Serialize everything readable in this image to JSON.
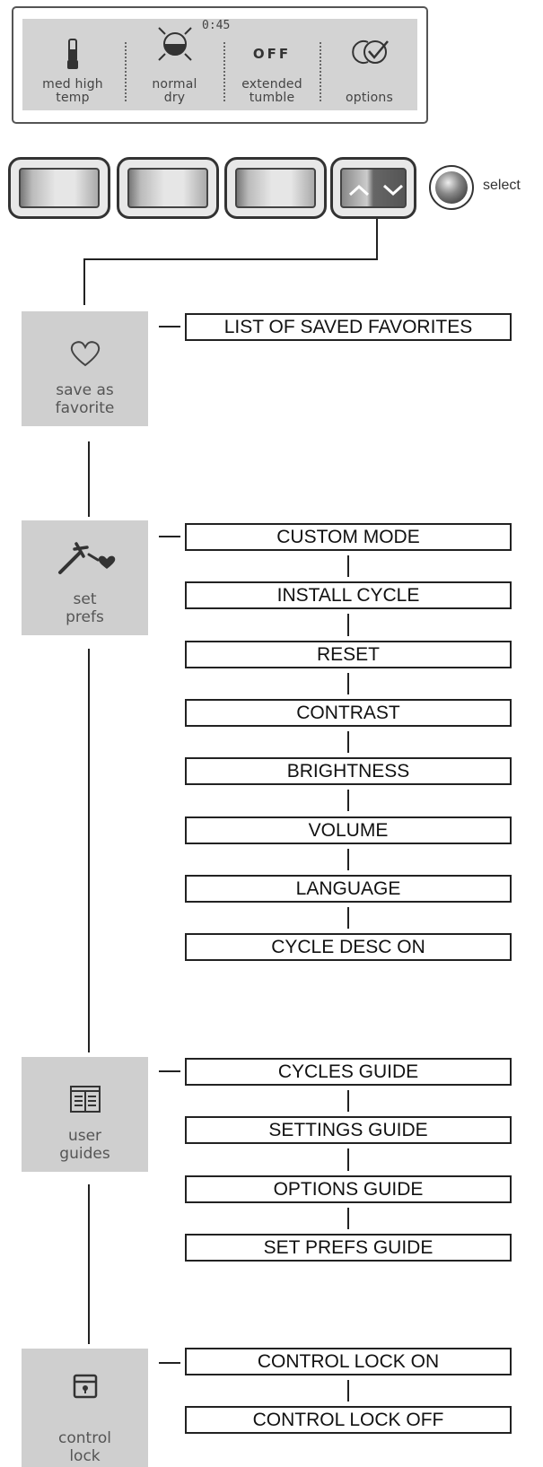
{
  "display": {
    "time": "0:45",
    "segments": [
      {
        "icon": "thermometer-icon",
        "label_line1": "med high",
        "label_line2": "temp"
      },
      {
        "icon": "dryness-icon",
        "label_line1": "normal",
        "label_line2": "dry"
      },
      {
        "value": "OFF",
        "label_line1": "extended",
        "label_line2": "tumble"
      },
      {
        "icon": "options-check-icon",
        "label_line1": "",
        "label_line2": "options"
      }
    ]
  },
  "controls": {
    "select_label": "select"
  },
  "menus": [
    {
      "id": "favorites",
      "tile_line1": "save as",
      "tile_line2": "favorite",
      "icon": "heart-icon",
      "items": [
        "LIST OF SAVED FAVORITES"
      ]
    },
    {
      "id": "prefs",
      "tile_line1": "set",
      "tile_line2": "prefs",
      "icon": "wrench-heart-icon",
      "items": [
        "CUSTOM MODE",
        "INSTALL CYCLE",
        "RESET",
        "CONTRAST",
        "BRIGHTNESS",
        "VOLUME",
        "LANGUAGE",
        "CYCLE DESC ON"
      ]
    },
    {
      "id": "guides",
      "tile_line1": "user",
      "tile_line2": "guides",
      "icon": "book-icon",
      "items": [
        "CYCLES GUIDE",
        "SETTINGS GUIDE",
        "OPTIONS GUIDE",
        "SET PREFS GUIDE"
      ]
    },
    {
      "id": "lock",
      "tile_line1": "control",
      "tile_line2": "lock",
      "icon": "lock-icon",
      "items": [
        "CONTROL LOCK ON",
        "CONTROL LOCK OFF"
      ]
    }
  ]
}
